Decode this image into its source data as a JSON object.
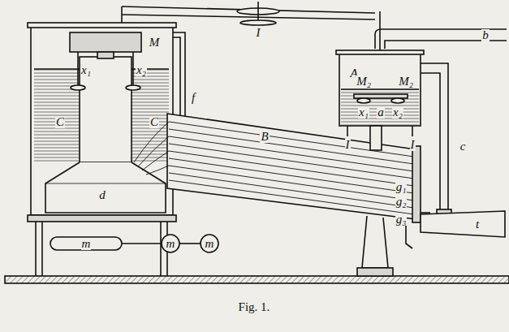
{
  "diagram": {
    "caption": "Fig. 1.",
    "labels": [
      "I",
      "M",
      "x₁",
      "x₂",
      "C",
      "C",
      "f",
      "d",
      "m",
      "m",
      "m",
      "B",
      "b",
      "A",
      "M₂",
      "M₂",
      "x₁",
      "a",
      "x₂",
      "c",
      "I",
      "I",
      "g₁",
      "g₂",
      "g₃",
      "t"
    ]
  }
}
